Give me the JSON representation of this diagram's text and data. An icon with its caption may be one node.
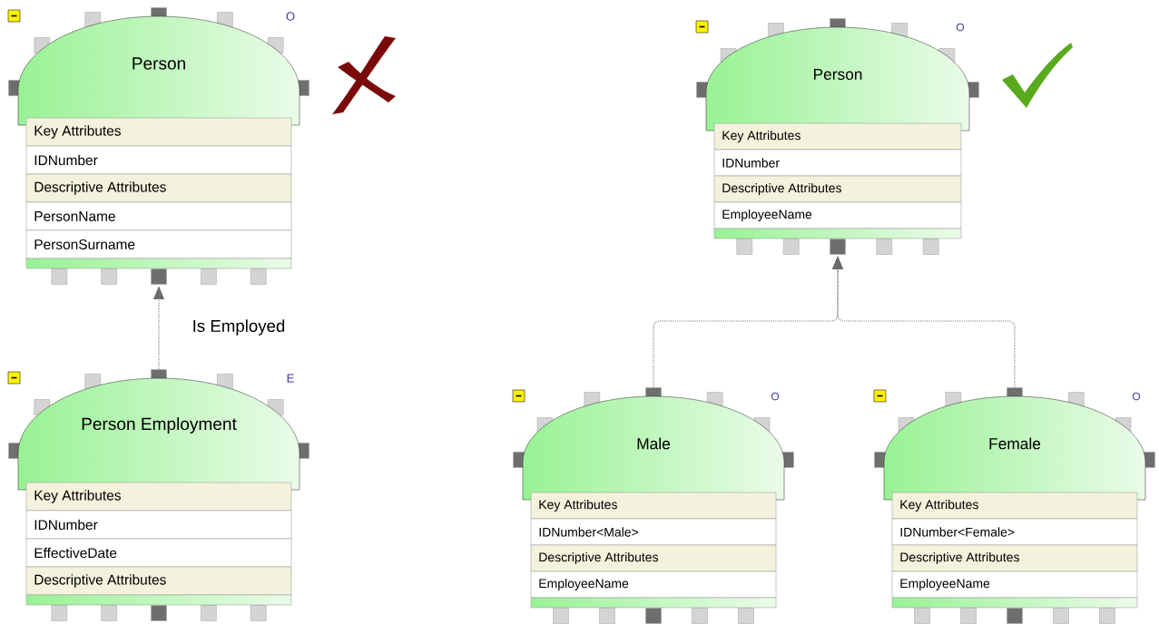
{
  "diagram": {
    "nodes": [
      {
        "text": [
          "O",
          "Person",
          "Key Attributes",
          "IDNumber",
          "Descriptive Attributes",
          "PersonName",
          "PersonSurname"
        ]
      },
      {
        "text": [
          "E",
          "Person Employment",
          "Key Attributes",
          "IDNumber",
          "EffectiveDate",
          "Descriptive Attributes"
        ]
      },
      {
        "text": [
          "O",
          "Person",
          "Key Attributes",
          "IDNumber",
          "Descriptive Attributes",
          "EmployeeName"
        ]
      },
      {
        "text": [
          "O",
          "Male",
          "Key Attributes",
          "IDNumber<Male>",
          "Descriptive Attributes",
          "EmployeeName"
        ]
      },
      {
        "text": [
          "O",
          "Female",
          "Key Attributes",
          "IDNumber<Female>",
          "Descriptive Attributes",
          "EmployeeName"
        ]
      },
      {
        "text": [],
        "shape": "cross"
      },
      {
        "text": [],
        "shape": "check"
      }
    ],
    "edges": [
      {
        "from": 1,
        "to": 0,
        "arrow": "to",
        "label": "Is Employed",
        "style": "dashed"
      },
      {
        "from": 3,
        "to": 2,
        "arrow": "to",
        "style": "dashed"
      },
      {
        "from": 4,
        "to": 2,
        "arrow": "to",
        "style": "dashed"
      }
    ]
  }
}
